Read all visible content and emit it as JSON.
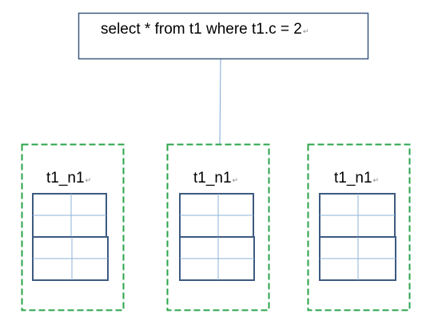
{
  "query": {
    "text": "select * from t1 where t1.c = 2",
    "paragraph_mark": "↵"
  },
  "nodes": [
    {
      "label": "t1_n1",
      "paragraph_mark": "↵"
    },
    {
      "label": "t1_n1",
      "paragraph_mark": "↵"
    },
    {
      "label": "t1_n1",
      "paragraph_mark": "↵"
    }
  ],
  "colors": {
    "query_border": "#3d5a80",
    "connector": "#7fa7d4",
    "node_border": "#2aa34a",
    "table_border": "#3d5a80",
    "table_inner": "#8fb3da"
  }
}
